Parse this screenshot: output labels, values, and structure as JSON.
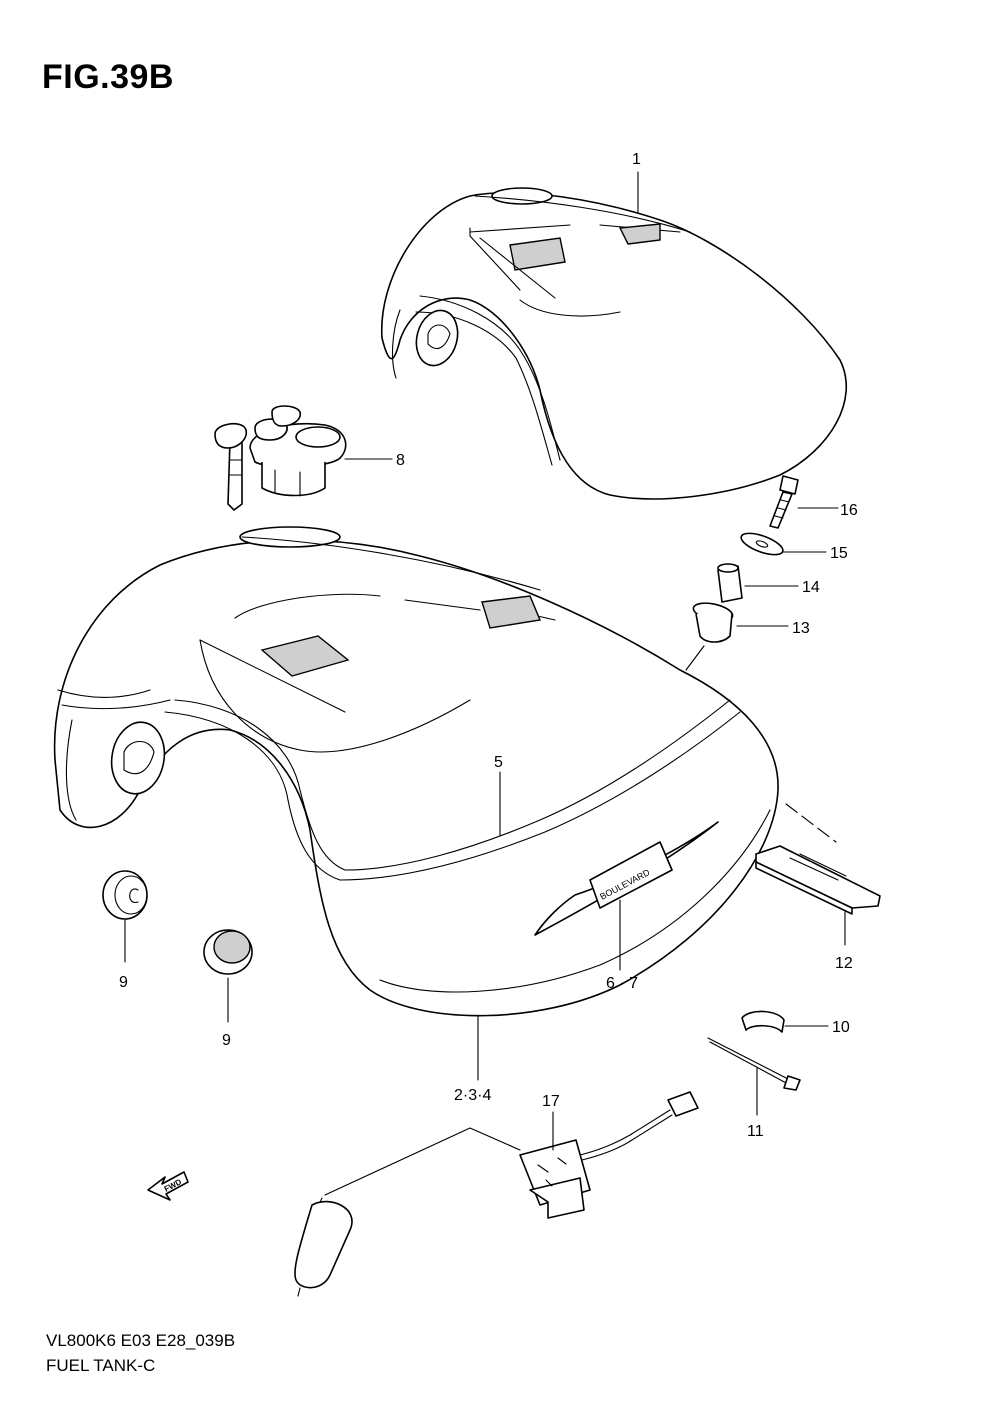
{
  "title": "FIG.39B",
  "footer": {
    "code": "VL800K6 E03 E28_039B",
    "name": "FUEL TANK-C"
  },
  "direction_label": "FWD",
  "callouts": {
    "c1": "1",
    "c2": "2·3·4",
    "c5": "5",
    "c6": "6 · 7",
    "c8": "8",
    "c9a": "9",
    "c9b": "9",
    "c10": "10",
    "c11": "11",
    "c12": "12",
    "c13": "13",
    "c14": "14",
    "c15": "15",
    "c16": "16",
    "c17": "17"
  },
  "emblem_text": "BOULEVARD"
}
